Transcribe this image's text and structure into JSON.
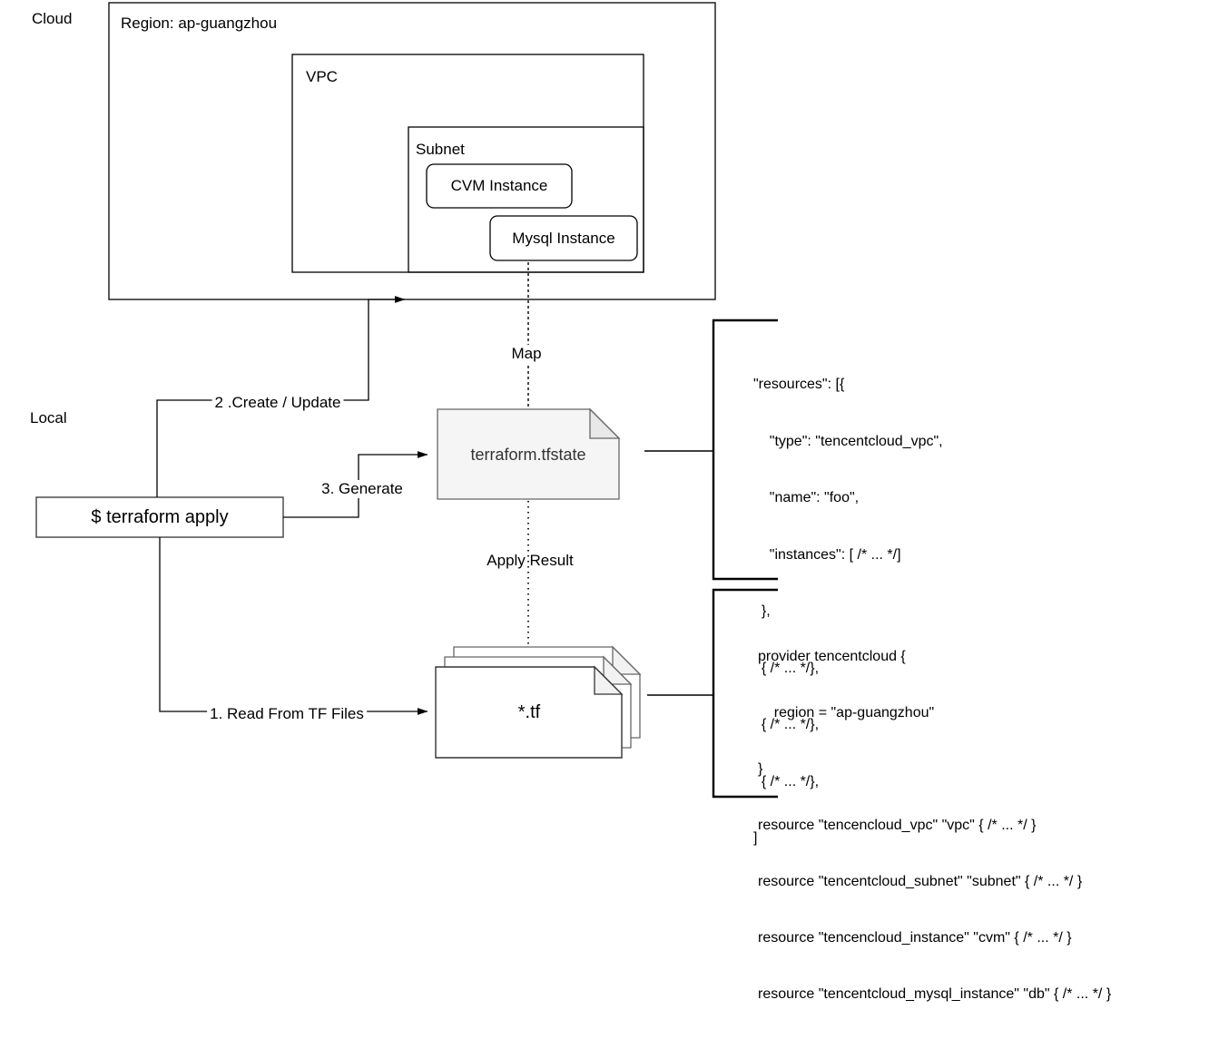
{
  "diagram": {
    "labels": {
      "cloud": "Cloud",
      "local": "Local"
    },
    "nodes": {
      "region": "Region: ap-guangzhou",
      "vpc": "VPC",
      "subnet": "Subnet",
      "cvm_instance": "CVM Instance",
      "mysql_instance": "Mysql Instance",
      "tfstate_file": "terraform.tfstate",
      "tf_files": "*.tf",
      "terraform_apply": "$ terraform apply"
    },
    "edges": {
      "map": "Map",
      "apply_result": "Apply Result",
      "create_update": "2 .Create / Update",
      "generate": "3. Generate",
      "read_from_tf": "1. Read From TF Files"
    },
    "colors": {
      "stroke": "#000000",
      "document_fill": "#f5f5f5",
      "document_stroke": "#666666",
      "fold_fill": "#e8e8e8",
      "background": "#ffffff"
    }
  },
  "code_blocks": {
    "tfstate_json": {
      "lines": [
        "\"resources\": [{",
        "    \"type\": \"tencentcloud_vpc\",",
        "    \"name\": \"foo\",",
        "    \"instances\": [ /* ... */]",
        "  },",
        "  { /* ... */},",
        "  { /* ... */},",
        "  { /* ... */},",
        "]"
      ]
    },
    "tf_hcl": {
      "lines": [
        "provider tencentcloud {",
        "    region = \"ap-guangzhou\"",
        "}",
        "resource \"tencencloud_vpc\" \"vpc\" { /* ... */ }",
        "resource \"tencentcloud_subnet\" \"subnet\" { /* ... */ }",
        "resource \"tencencloud_instance\" \"cvm\" { /* ... */ }",
        "resource \"tencentcloud_mysql_instance\" \"db\" { /* ... */ }"
      ]
    }
  }
}
